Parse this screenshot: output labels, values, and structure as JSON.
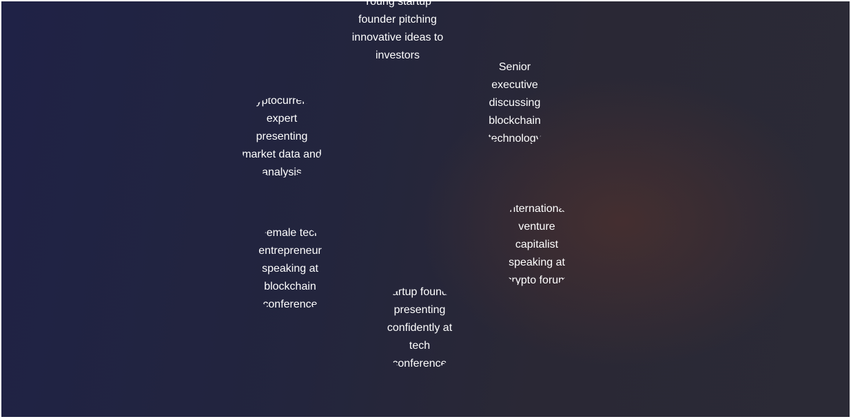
{
  "images": [
    {
      "alt": "Young startup founder pitching innovative ideas to investors"
    },
    {
      "alt": "Senior executive discussing blockchain technology"
    },
    {
      "alt": "Cryptocurrency expert presenting market data and analysis"
    },
    {
      "alt": "International venture capitalist speaking at crypto forum"
    },
    {
      "alt": "Female tech entrepreneur speaking at blockchain conference"
    },
    {
      "alt": "Startup founder presenting confidently at tech conference"
    }
  ],
  "colors": {
    "background_start": "#1f2246",
    "background_end": "#2b2a36",
    "glow": "#5a342c",
    "text": "#ffffff"
  }
}
